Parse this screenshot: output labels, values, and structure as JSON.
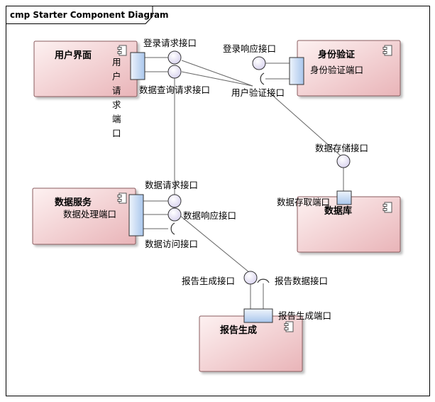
{
  "frame": {
    "title": "cmp Starter Component Diagram"
  },
  "components": {
    "user_ui": "用户界面",
    "auth": "身份验证",
    "data_service": "数据服务",
    "database": "数据库",
    "report": "报告生成"
  },
  "ports": {
    "user_request_port": "用户请求端口",
    "auth_port": "身份验证端口",
    "data_process_port": "数据处理端口",
    "db_access_port": "数据存取端口",
    "report_gen_port": "报告生成端口"
  },
  "interfaces": {
    "login_request": "登录请求接口",
    "data_query_request": "数据查询请求接口",
    "login_response": "登录响应接口",
    "user_verify": "用户验证接口",
    "data_storage": "数据存储接口",
    "data_request": "数据请求接口",
    "data_response": "数据响应接口",
    "data_access": "数据访问接口",
    "report_gen": "报告生成接口",
    "report_data": "报告数据接口"
  },
  "colors": {
    "component_fill_top": "#fbeaea",
    "component_fill_bottom": "#ebb8bc",
    "port_fill_top": "#eef4fc",
    "port_fill_bottom": "#a9c6ec",
    "interface_fill": "#e7e3f5"
  }
}
